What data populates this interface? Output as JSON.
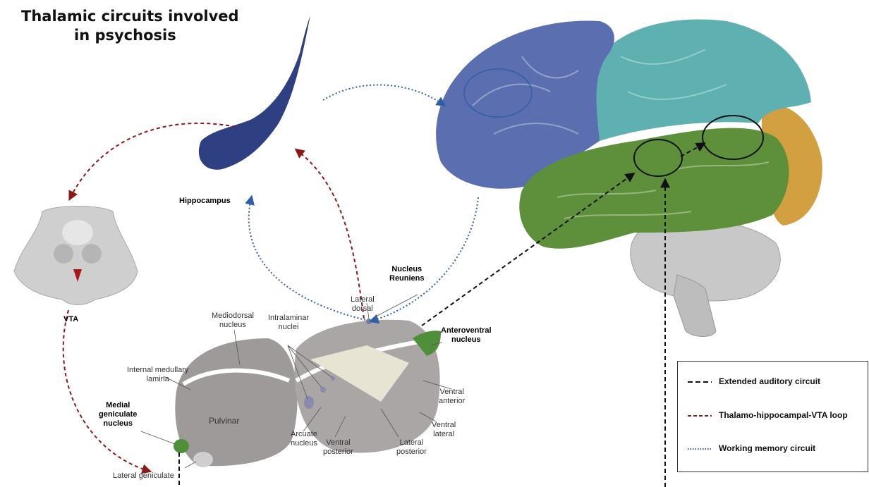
{
  "title": {
    "line1": "Thalamic circuits involved",
    "line2": "in psychosis"
  },
  "labels": {
    "hippocampus": "Hippocampus",
    "vta": "VTA",
    "nucleus_reuniens_1": "Nucleus",
    "nucleus_reuniens_2": "Reuniens",
    "lateral_dorsal_1": "Lateral",
    "lateral_dorsal_2": "dorsal",
    "anteroventral_1": "Anteroventral",
    "anteroventral_2": "nucleus",
    "mediodorsal_1": "Mediodorsal",
    "mediodorsal_2": "nucleus",
    "intralaminar_1": "Intralaminar",
    "intralaminar_2": "nuclei",
    "internal_medullary_1": "Internal medullary",
    "internal_medullary_2": "lamina",
    "medial_geniculate_1": "Medial",
    "medial_geniculate_2": "geniculate",
    "medial_geniculate_3": "nucleus",
    "pulvinar": "Pulvinar",
    "lateral_geniculate": "Lateral geniculate",
    "arcuate_1": "Arcuate",
    "arcuate_2": "nucleus",
    "ventral_posterior_1": "Ventral",
    "ventral_posterior_2": "posterior",
    "lateral_posterior_1": "Lateral",
    "lateral_posterior_2": "posterior",
    "ventral_lateral_1": "Ventral",
    "ventral_lateral_2": "lateral",
    "ventral_anterior_1": "Ventral",
    "ventral_anterior_2": "anterior"
  },
  "legend": {
    "items": [
      {
        "label": "Extended auditory circuit",
        "style": "dashed",
        "color": "#111111"
      },
      {
        "label": "Thalamo-hippocampal-VTA loop",
        "style": "dashed",
        "color": "#8b1a1a"
      },
      {
        "label": "Working memory circuit",
        "style": "dotted",
        "color": "#2e5fa8"
      }
    ]
  },
  "colors": {
    "frontal": "#5b6fb0",
    "parietal": "#5fb0b0",
    "temporal": "#5e8f3a",
    "occipital": "#d2a040",
    "cerebellum": "#c8c8c8",
    "hippocampus": "#2e3f82",
    "thalamus": "#9e9a9a",
    "auditory": "#111111",
    "loop": "#8b1a1a",
    "memory": "#2e5fa8"
  }
}
